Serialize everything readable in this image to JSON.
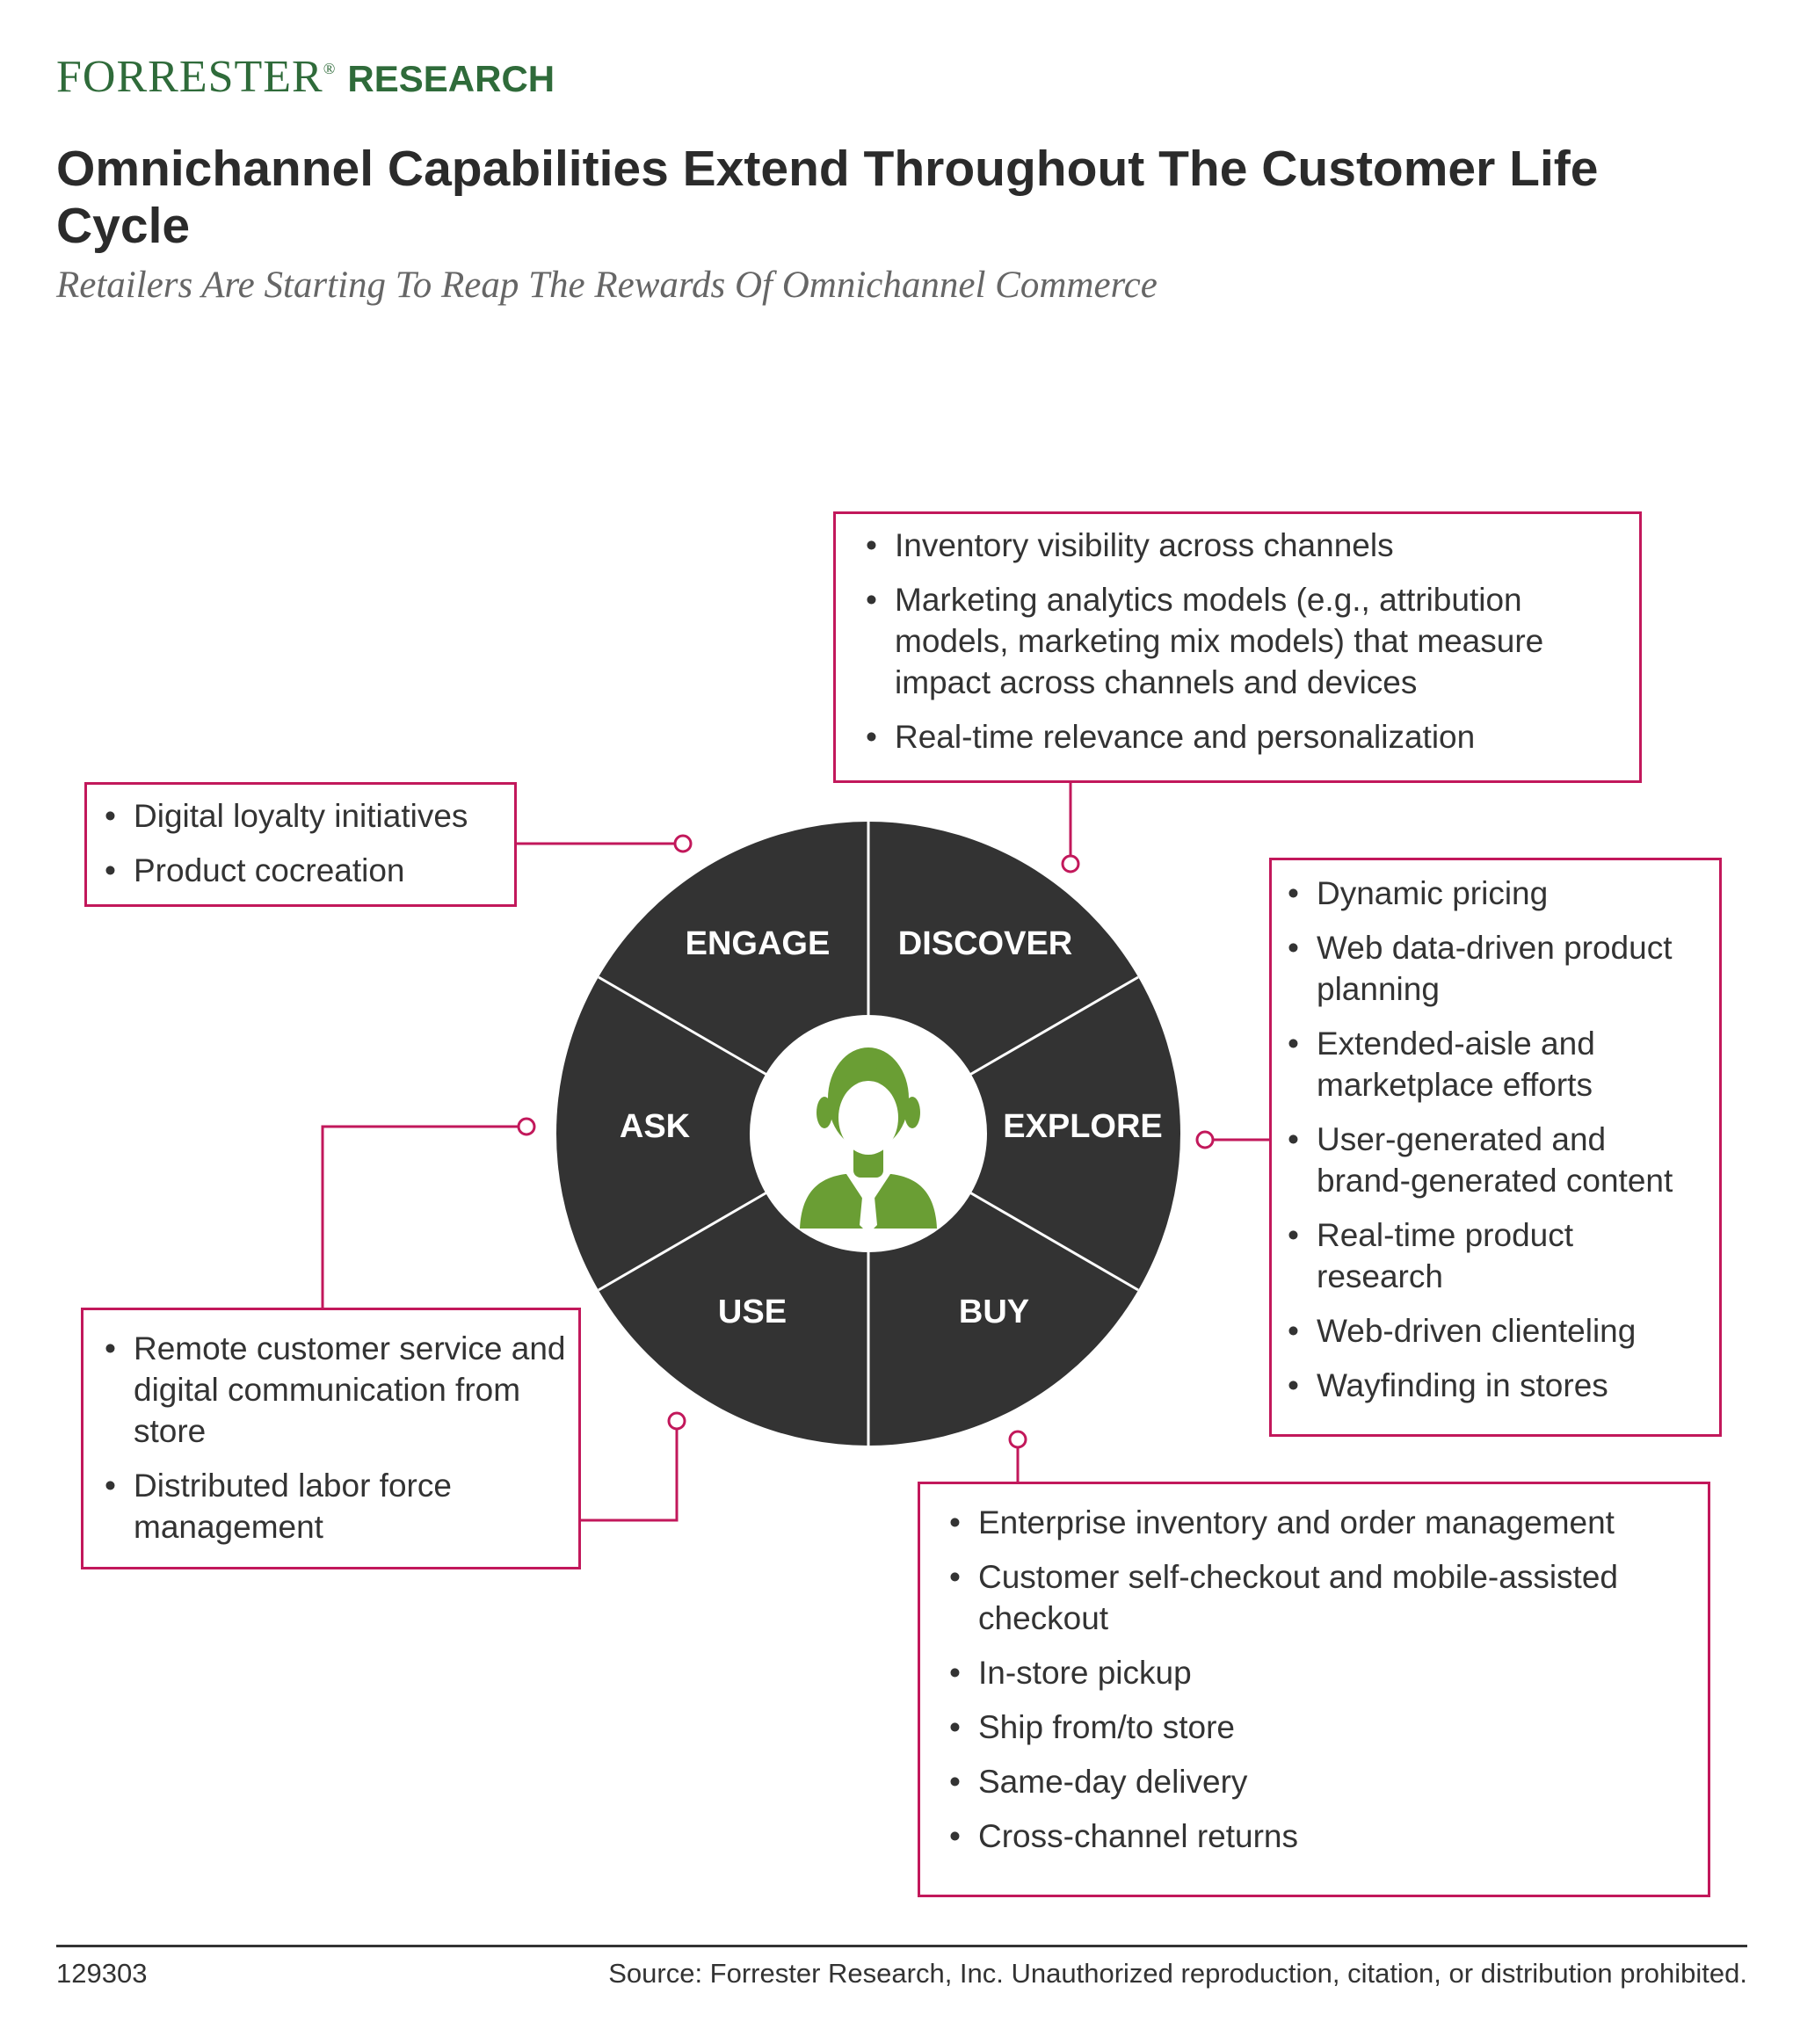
{
  "header": {
    "logo_brand": "FORRESTER",
    "logo_reg": "®",
    "logo_research": "RESEARCH",
    "title": "Omnichannel Capabilities Extend Throughout The Customer Life Cycle",
    "subtitle": "Retailers Are Starting To Reap The Rewards Of Omnichannel Commerce"
  },
  "wheel": {
    "segments": [
      "ENGAGE",
      "DISCOVER",
      "EXPLORE",
      "BUY",
      "USE",
      "ASK"
    ],
    "center_icon": "customer-person-icon",
    "colors": {
      "wheel": "#333333",
      "icon": "#6a9e34",
      "accent": "#c2185b",
      "brand": "#2f6b3a"
    }
  },
  "boxes": {
    "discover": [
      "Inventory visibility across channels",
      "Marketing analytics models (e.g., attribution models, marketing mix models) that measure impact across channels and devices",
      "Real-time relevance and personalization"
    ],
    "engage": [
      "Digital loyalty initiatives",
      "Product cocreation"
    ],
    "explore": [
      "Dynamic pricing",
      "Web data-driven product planning",
      "Extended-aisle and marketplace efforts",
      "User-generated and brand-generated content",
      "Real-time product research",
      "Web-driven clienteling",
      "Wayfinding in stores"
    ],
    "ask": [
      "Remote customer service and digital communication from store",
      "Distributed labor force management"
    ],
    "buy": [
      "Enterprise inventory and order management",
      "Customer self-checkout and mobile-assisted checkout",
      "In-store pickup",
      "Ship from/to store",
      "Same-day delivery",
      "Cross-channel returns"
    ]
  },
  "footer": {
    "id": "129303",
    "source": "Source: Forrester Research, Inc. Unauthorized reproduction, citation, or distribution prohibited."
  }
}
